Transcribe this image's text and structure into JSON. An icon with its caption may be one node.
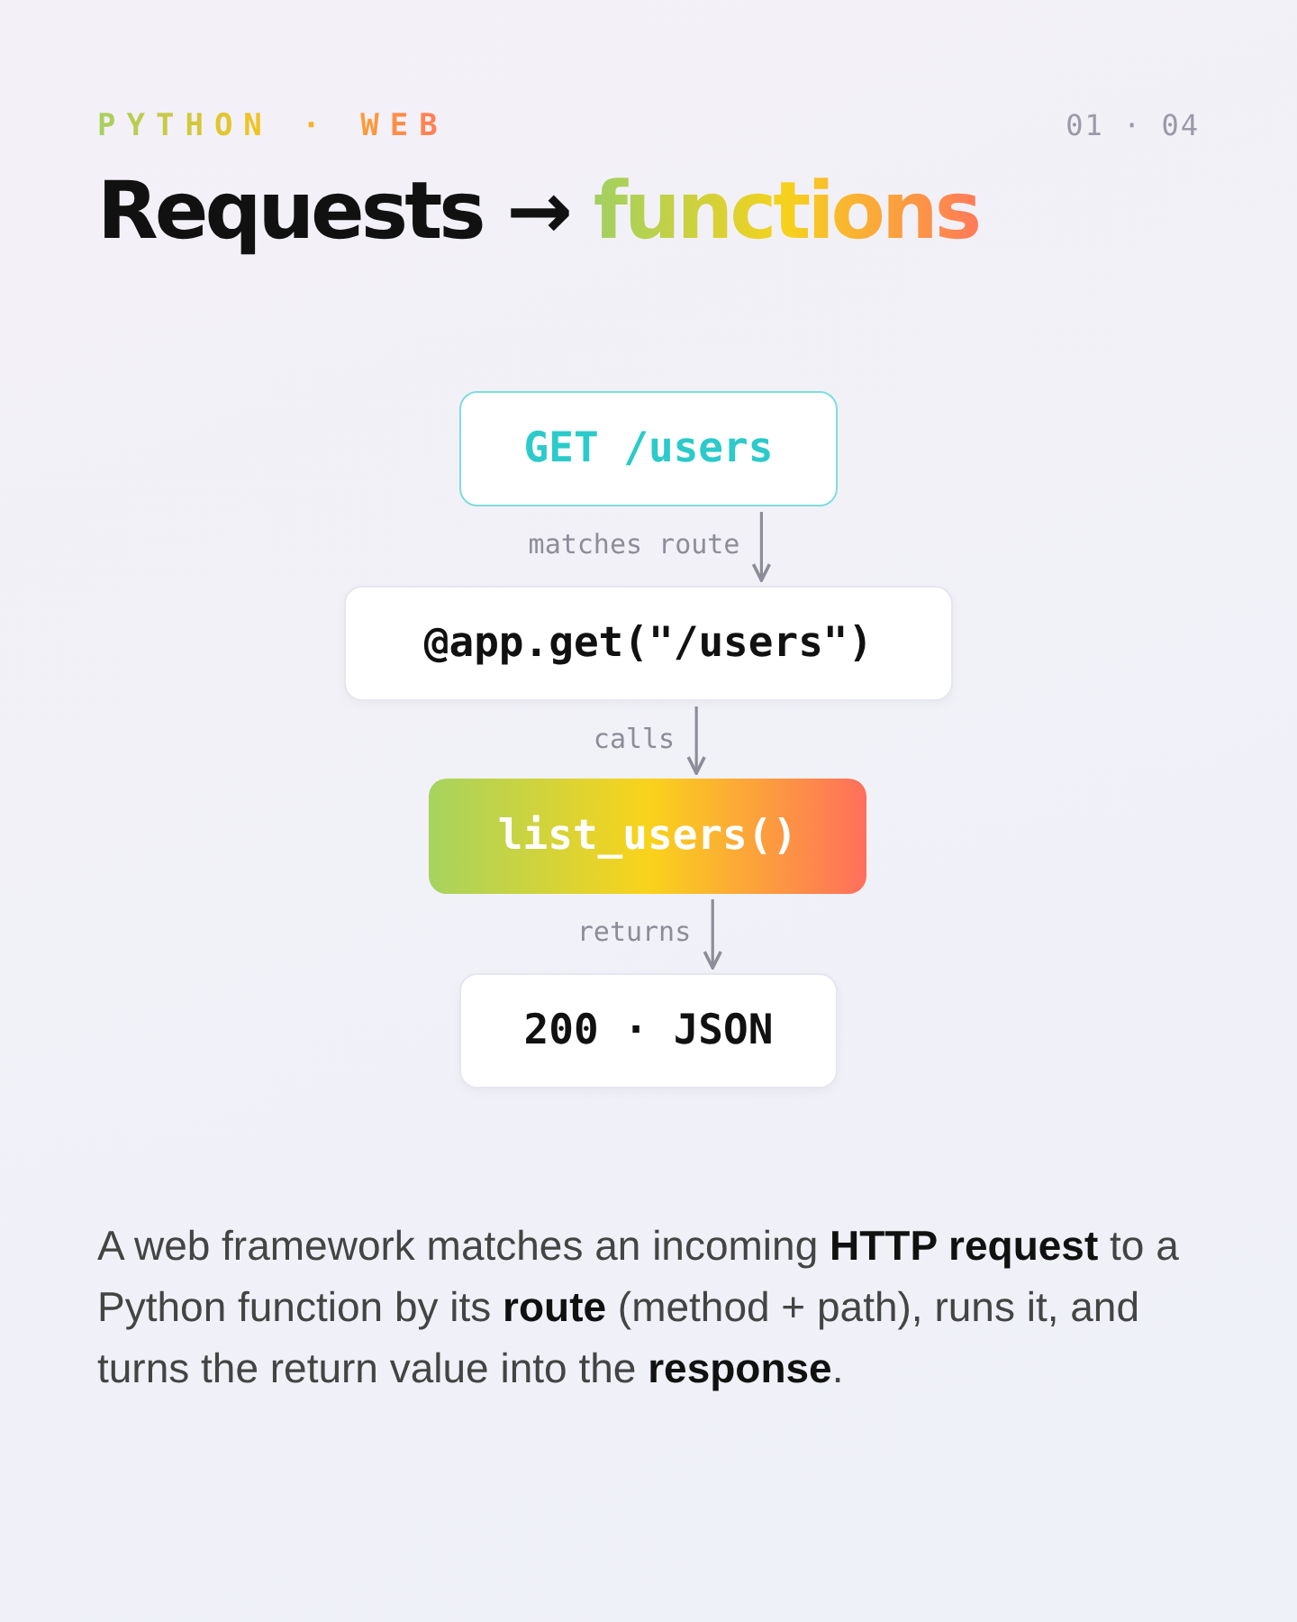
{
  "diagram": {
    "title": "Requests → *functions*",
    "caption": "A web framework matches an incoming **HTTP request** to a Python function by its **route** (method + path), runs it, and turns the return value into the **response**.",
    "nodes": [
      {
        "text": [
          "GET /users"
        ]
      },
      {
        "text": [
          "@app.get(\"/users\")"
        ]
      },
      {
        "text": [
          "list_users()"
        ]
      },
      {
        "text": [
          "200 · JSON"
        ]
      }
    ],
    "edges": [
      {
        "from": 0,
        "to": 1,
        "arrow": "to",
        "label": "matches route"
      },
      {
        "from": 1,
        "to": 2,
        "arrow": "to",
        "label": "calls"
      },
      {
        "from": 2,
        "to": 3,
        "arrow": "to",
        "label": "returns"
      }
    ],
    "labels": [
      "PYTHON · WEB",
      "01 · 04"
    ]
  }
}
